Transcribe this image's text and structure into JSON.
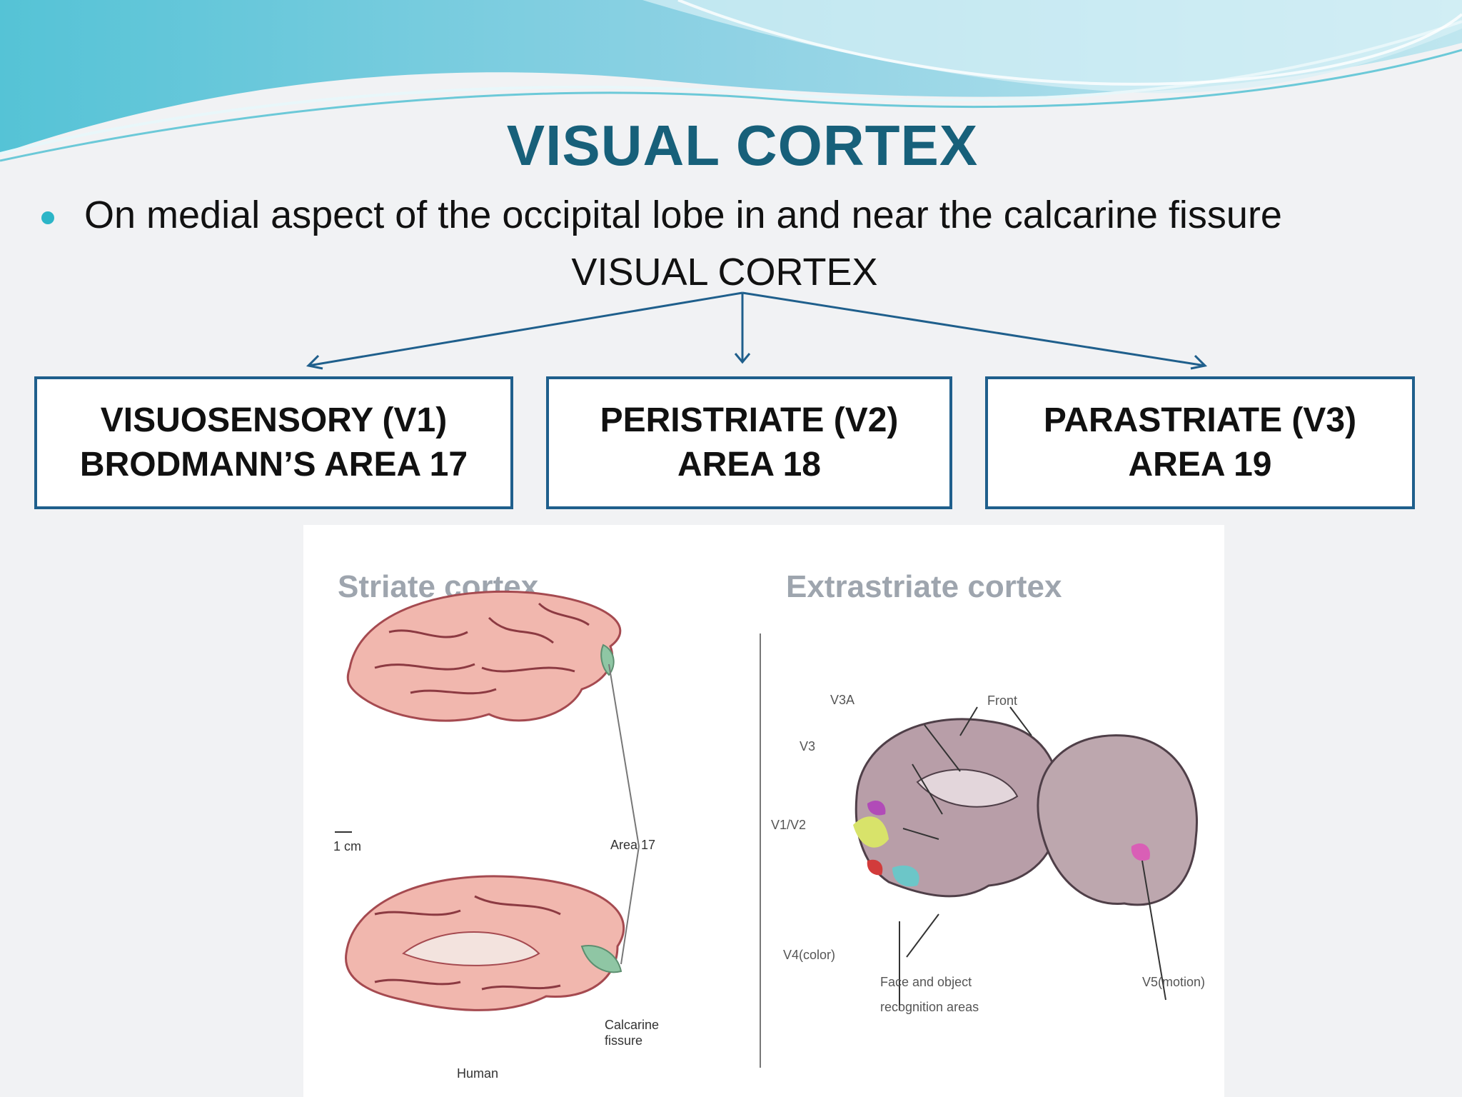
{
  "slide": {
    "title": "VISUAL CORTEX",
    "bullet": "On medial aspect of the occipital lobe in and near the calcarine fissure",
    "subheading": "VISUAL CORTEX",
    "accent_color": "#17607a",
    "box_border_color": "#1f5f8c"
  },
  "boxes": [
    {
      "line1": "VISUOSENSORY (V1)",
      "line2": "BRODMANN’S AREA 17"
    },
    {
      "line1": "PERISTRIATE (V2)",
      "line2": "AREA 18"
    },
    {
      "line1": "PARASTRIATE (V3)",
      "line2": "AREA 19"
    }
  ],
  "figure": {
    "left_heading": "Striate cortex",
    "right_heading": "Extrastriate cortex",
    "labels": {
      "scale": "1 cm",
      "area17": "Area 17",
      "calcarine_line1": "Calcarine",
      "calcarine_line2": "fissure",
      "human": "Human",
      "v3a": "V3A",
      "v3": "V3",
      "v1v2": "V1/V2",
      "v4": "V4(color)",
      "front": "Front",
      "face_line1": "Face and object",
      "face_line2": "recognition areas",
      "v5": "V5(motion)"
    }
  }
}
